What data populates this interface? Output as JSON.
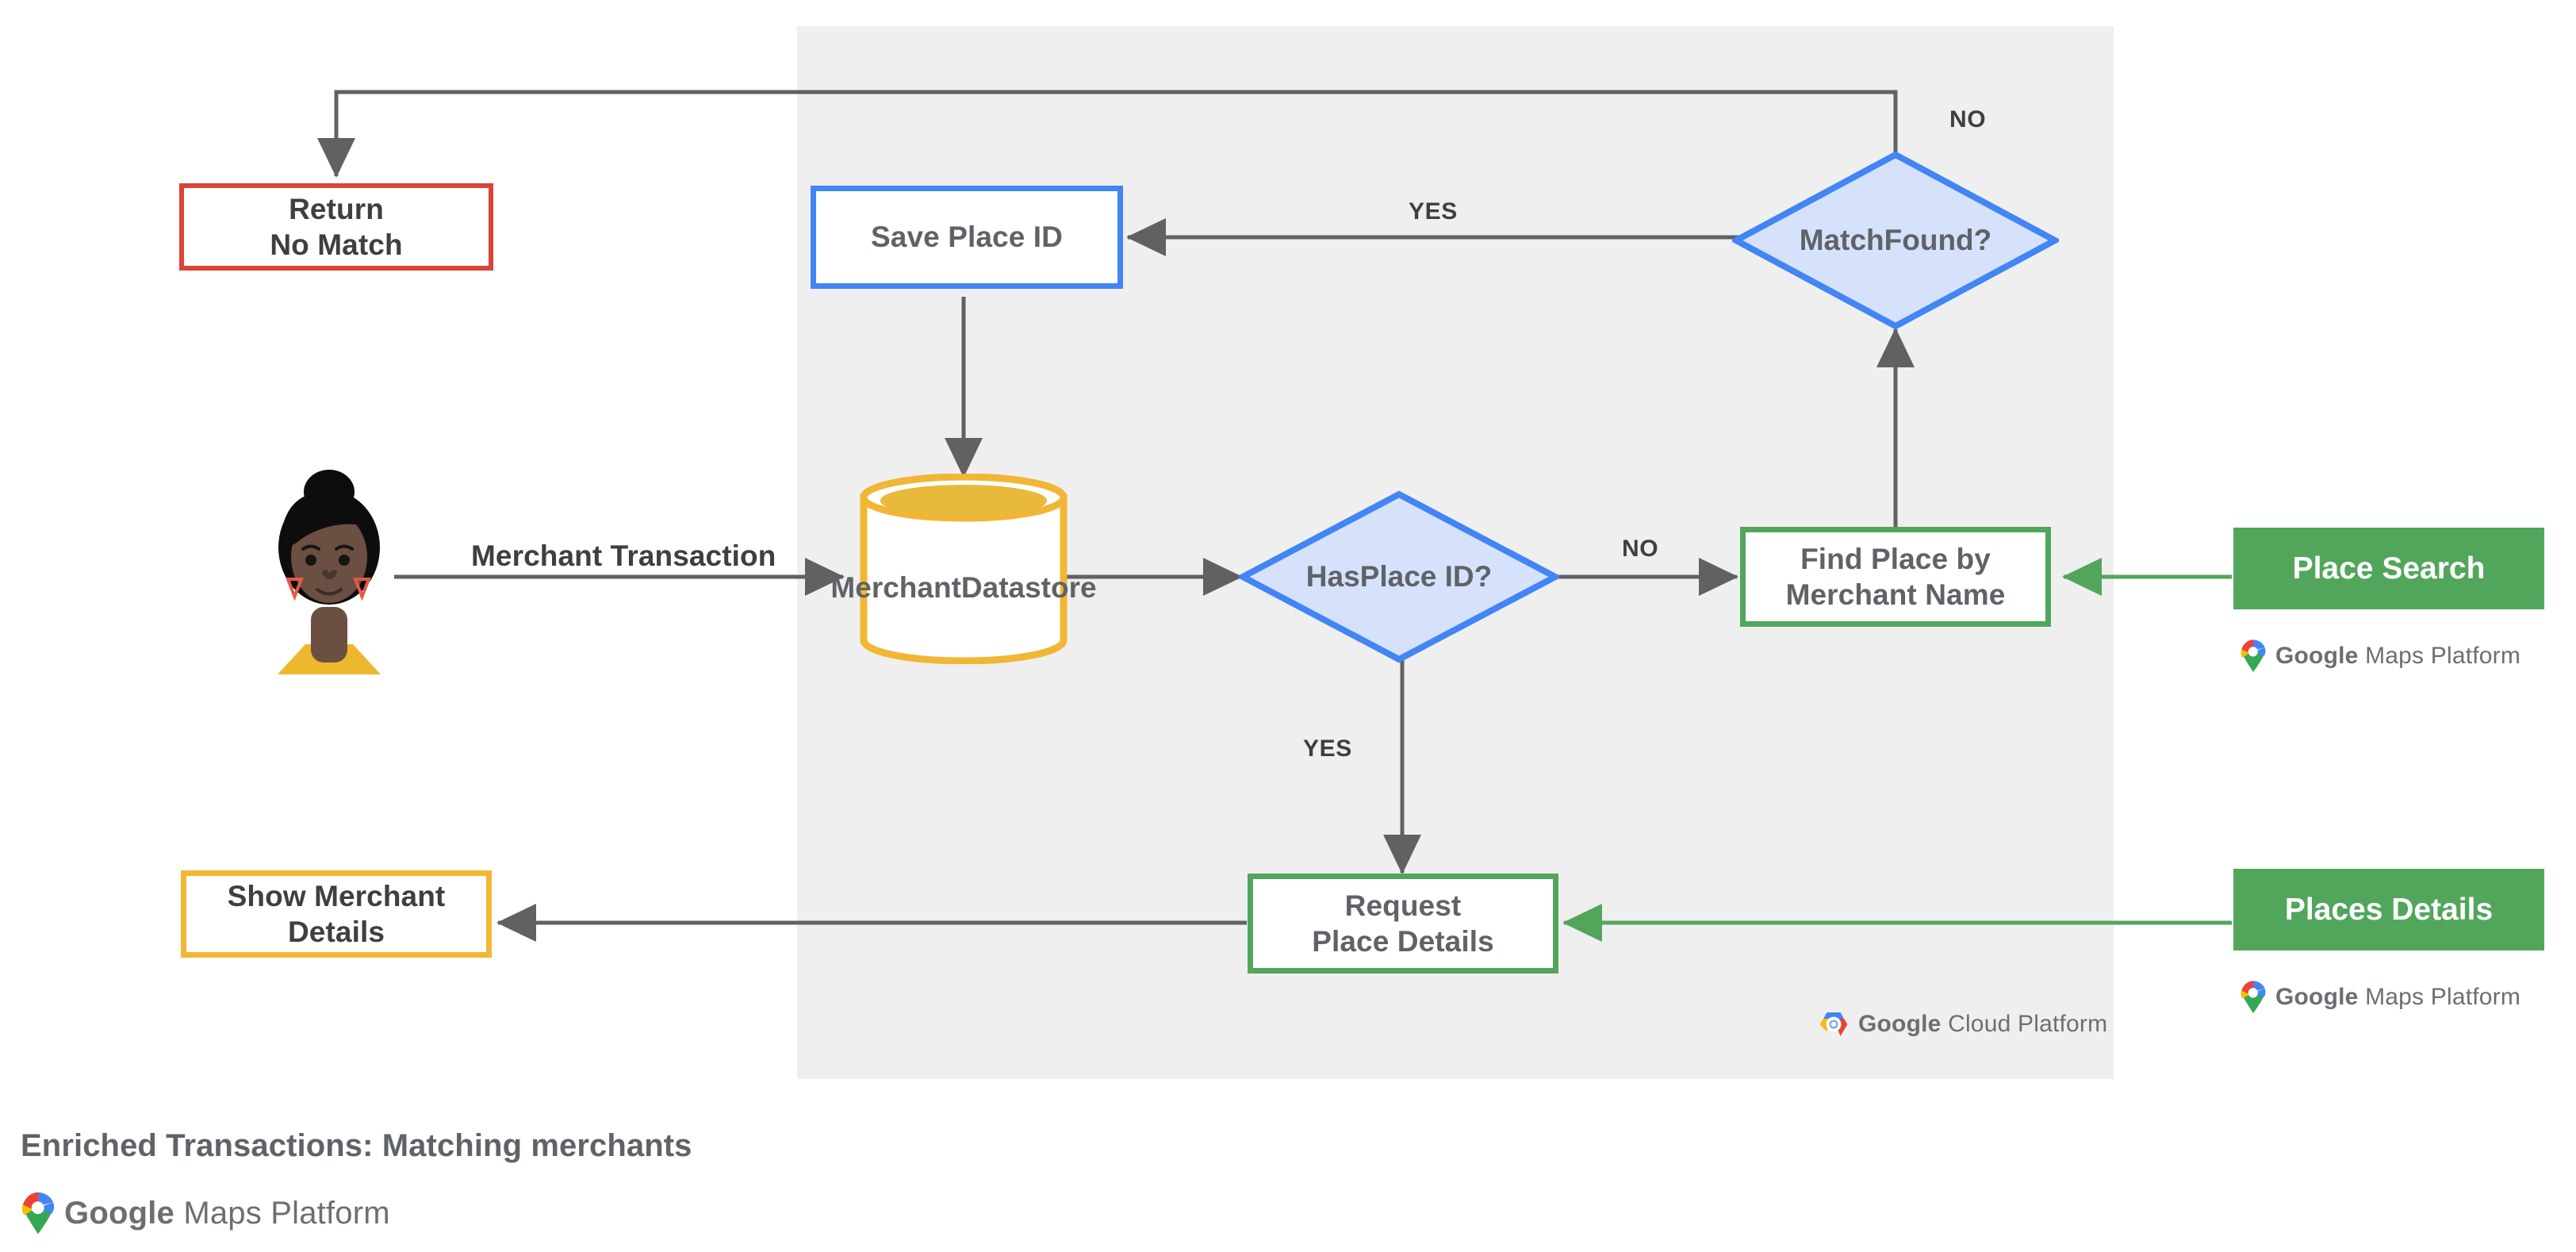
{
  "title": "Enriched Transactions: Matching merchants",
  "colors": {
    "panel_bg": "#efefef",
    "red": "#db4437",
    "blue": "#4285f4",
    "blue_fill": "#d6e2fb",
    "yellow": "#f2b636",
    "green": "#52a65c",
    "line": "#616161",
    "text": "#5f6368"
  },
  "panel": {
    "name": "google-cloud-platform-region"
  },
  "nodes": {
    "return_no_match": {
      "label_line1": "Return",
      "label_line2": "No Match"
    },
    "save_place_id": {
      "label": "Save Place ID"
    },
    "match_found": {
      "label_line1": "Match",
      "label_line2": "Found?"
    },
    "merchant_datastore": {
      "label_line1": "Merchant",
      "label_line2": "Datastore"
    },
    "has_place_id": {
      "label_line1": "Has",
      "label_line2": "Place ID?"
    },
    "find_place": {
      "label_line1": "Find Place by",
      "label_line2": "Merchant Name"
    },
    "place_search": {
      "label": "Place Search"
    },
    "request_place_details": {
      "label_line1": "Request",
      "label_line2": "Place Details"
    },
    "places_details": {
      "label": "Places Details"
    },
    "show_merchant_details": {
      "label_line1": "Show Merchant",
      "label_line2": "Details"
    }
  },
  "edge_labels": {
    "merchant_transaction": "Merchant Transaction",
    "yes_match_found": "YES",
    "no_match_found": "NO",
    "no_has_place_id": "NO",
    "yes_has_place_id": "YES"
  },
  "logos": {
    "maps_platform": {
      "brand": "Google",
      "product": "Maps Platform",
      "icon": "google-maps-pin-icon"
    },
    "cloud_platform": {
      "brand": "Google",
      "product": "Cloud Platform",
      "icon": "google-cloud-hexagon-icon"
    }
  },
  "actor": {
    "name": "merchant-customer-avatar"
  }
}
